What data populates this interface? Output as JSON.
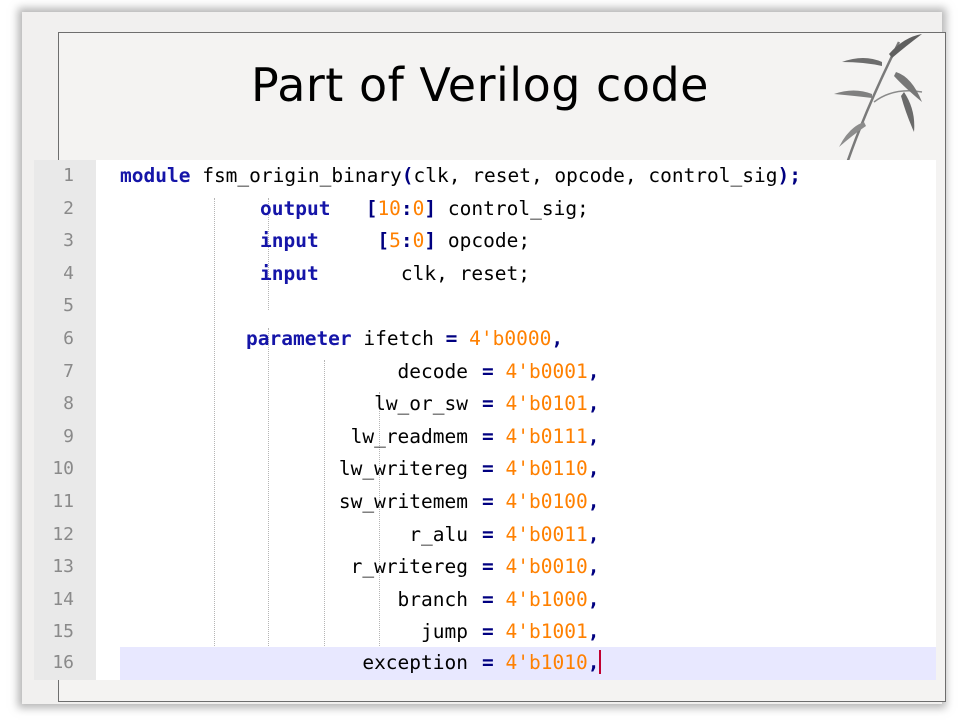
{
  "slide": {
    "title": "Part of Verilog code"
  },
  "editor": {
    "line_numbers": [
      "1",
      "2",
      "3",
      "4",
      "5",
      "6",
      "7",
      "8",
      "9",
      "10",
      "11",
      "12",
      "13",
      "14",
      "15",
      "16"
    ],
    "line1": {
      "kw_module": "module",
      "name": "fsm_origin_binary",
      "open": "(",
      "args": "clk, reset, opcode, control_sig",
      "close": ");"
    },
    "line2": {
      "kw": "output",
      "lb": "[",
      "hi": "10",
      "colon": ":",
      "lo": "0",
      "rb": "]",
      "rest": "control_sig;"
    },
    "line3": {
      "kw": "input",
      "lb": "[",
      "hi": "5",
      "colon": ":",
      "lo": "0",
      "rb": "]",
      "rest": "opcode;"
    },
    "line4": {
      "kw": "input",
      "rest": "clk, reset;"
    },
    "parameter_kw": "parameter",
    "params": [
      {
        "name": "ifetch",
        "value": "4'b0000"
      },
      {
        "name": "decode",
        "value": "4'b0001"
      },
      {
        "name": "lw_or_sw",
        "value": "4'b0101"
      },
      {
        "name": "lw_readmem",
        "value": "4'b0111"
      },
      {
        "name": "lw_writereg",
        "value": "4'b0110"
      },
      {
        "name": "sw_writemem",
        "value": "4'b0100"
      },
      {
        "name": "r_alu",
        "value": "4'b0011"
      },
      {
        "name": "r_writereg",
        "value": "4'b0010"
      },
      {
        "name": "branch",
        "value": "4'b1000"
      },
      {
        "name": "jump",
        "value": "4'b1001"
      },
      {
        "name": "exception",
        "value": "4'b1010"
      }
    ],
    "eq": "=",
    "comma": ",",
    "colors": {
      "keyword": "#1515a8",
      "number": "#ff8000",
      "current_line": "#e8e8ff",
      "gutter": "#e9e9e9"
    }
  }
}
